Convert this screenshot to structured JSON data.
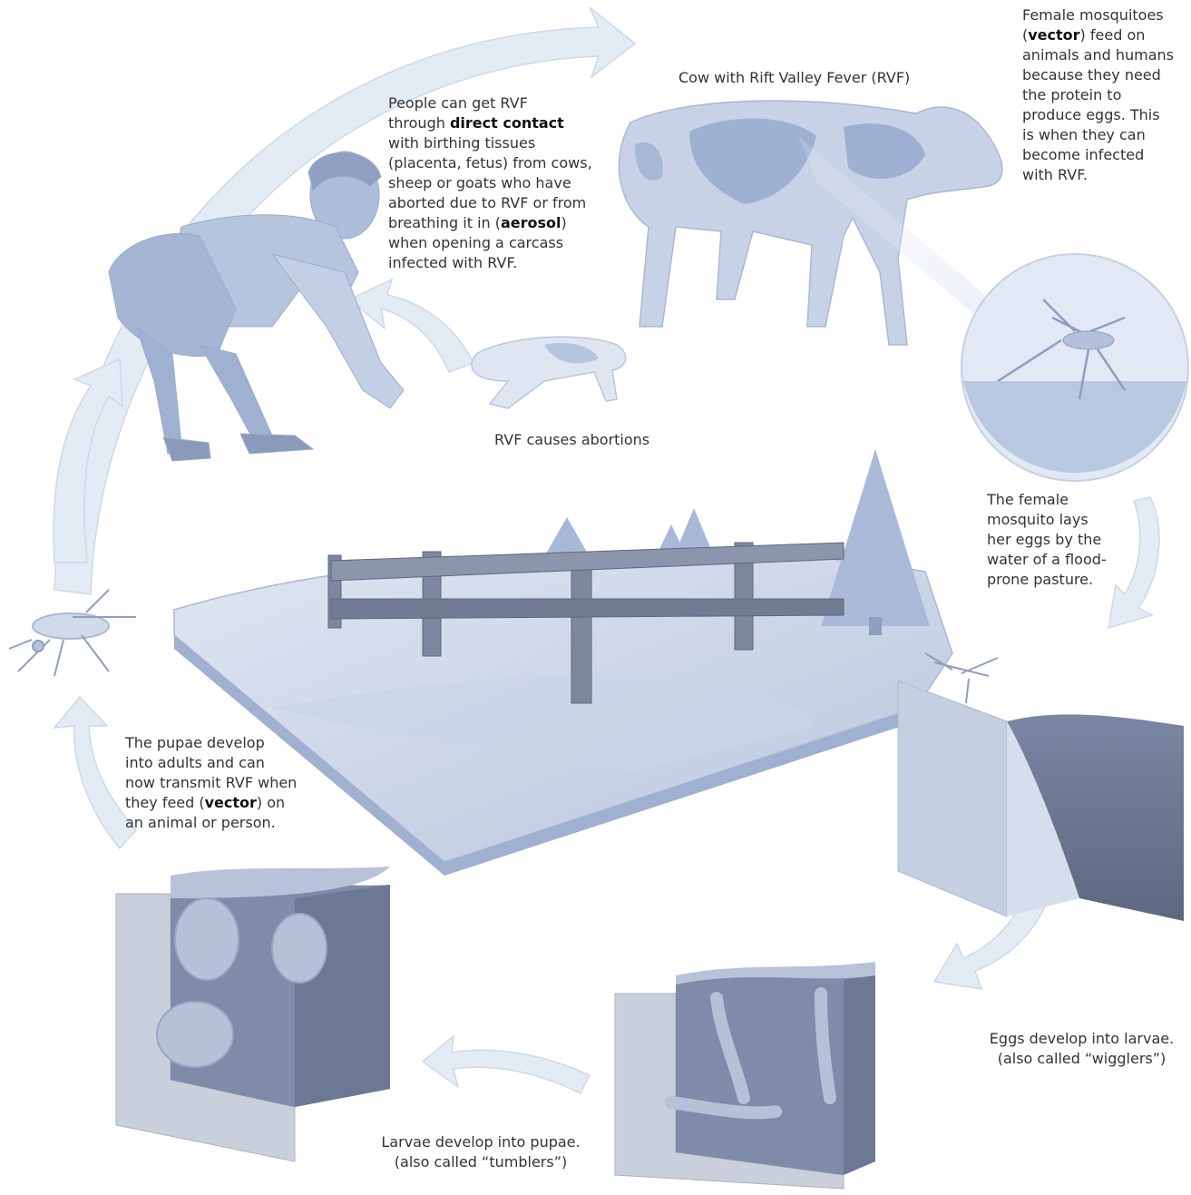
{
  "labels": {
    "cow_title": "Cow with Rift Valley Fever (RVF)",
    "mosquito_feed": {
      "line1": "Female mosquitoes",
      "line2_bold": "vector",
      "line2_rest": ") feed on",
      "line3": "animals and humans",
      "line4": "because they need",
      "line5": "the protein to",
      "line6": "produce eggs.  This",
      "line7": "is when they can",
      "line8": "become infected",
      "line9": "with RVF."
    },
    "people_contact": {
      "line1": "People can get RVF",
      "line2a": "through ",
      "line2_bold": "direct contact",
      "line3": "with birthing tissues",
      "line4": "(placenta, fetus) from cows,",
      "line5": "sheep or goats who have",
      "line6": "aborted due to RVF or from",
      "line7": "breathing it in (",
      "line7_bold": "aerosol",
      "line7_end": ")",
      "line8": "when opening a carcass",
      "line9": "infected with RVF."
    },
    "abortions": "RVF causes abortions",
    "lays_eggs": {
      "line1": "The female",
      "line2": "mosquito lays",
      "line3": "her eggs by the",
      "line4": "water of a flood-",
      "line5": "prone pasture."
    },
    "pupae_adults": {
      "line1": "The pupae develop",
      "line2": "into adults and can",
      "line3": "now transmit RVF when",
      "line4a": "they feed (",
      "line4_bold": "vector",
      "line4_end": ") on",
      "line5": "an animal or person."
    },
    "eggs_larvae": {
      "line1": "Eggs develop into larvae.",
      "line2": "(also called “wigglers”)"
    },
    "larvae_pupae": {
      "line1": "Larvae develop into pupae.",
      "line2": "(also called “tumblers”)"
    }
  },
  "colors": {
    "arrow": "#dde7f3",
    "arrow_stroke": "#c9d6e8",
    "light_blue": "#c3d0e6",
    "mid_blue": "#9fb1d2",
    "dark_blue": "#8593b4",
    "slate": "#6d7890",
    "water_dark": "#4f5a70",
    "fence": "#7a8499"
  }
}
